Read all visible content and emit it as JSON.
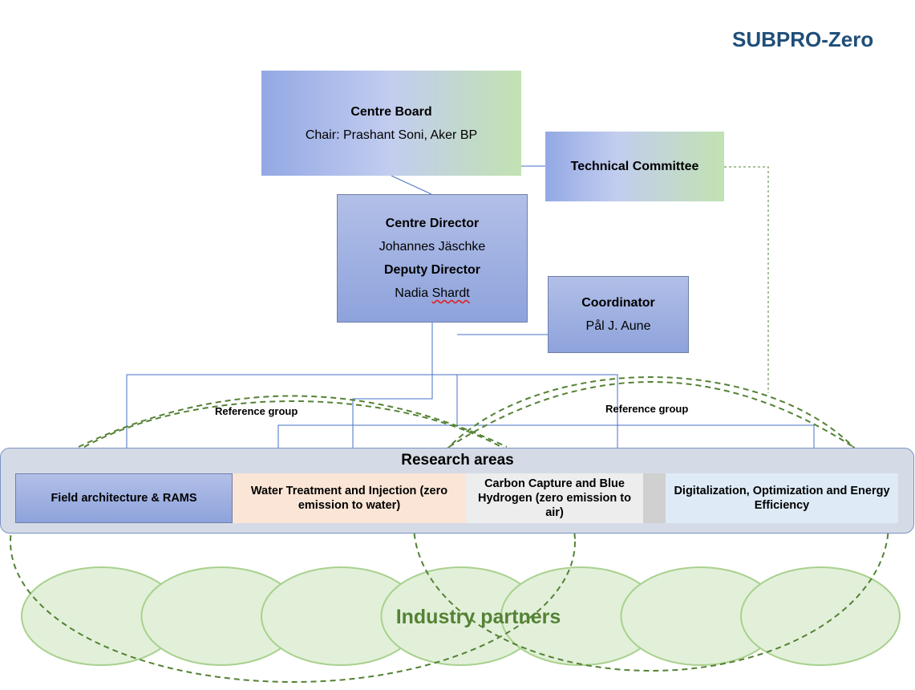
{
  "title": "SUBPRO-Zero",
  "centre_board": {
    "heading": "Centre Board",
    "chair": "Chair: Prashant Soni, Aker BP"
  },
  "technical_committee": {
    "heading": "Technical Committee"
  },
  "centre_director": {
    "heading": "Centre Director",
    "name": "Johannes Jäschke",
    "deputy_heading": "Deputy Director",
    "deputy_first": "Nadia",
    "deputy_last": "Shardt"
  },
  "coordinator": {
    "heading": "Coordinator",
    "name": "Pål J. Aune"
  },
  "reference_groups": [
    "Reference group",
    "Reference group"
  ],
  "research": {
    "title": "Research areas",
    "areas": [
      "Field architecture & RAMS",
      "Water Treatment and Injection (zero emission to water)",
      "Carbon Capture and Blue Hydrogen (zero emission to air)",
      "Digitalization, Optimization and Energy Efficiency"
    ],
    "colors": [
      "#8ea3dc",
      "#fbe5d6",
      "#ededed",
      "#deebf7"
    ]
  },
  "industry_partners": {
    "label": "Industry partners",
    "count": 7,
    "fill": "#e2f0d9",
    "stroke": "#a9d18e"
  },
  "connector_color": "#4472c4",
  "dashed_color": "#548235"
}
